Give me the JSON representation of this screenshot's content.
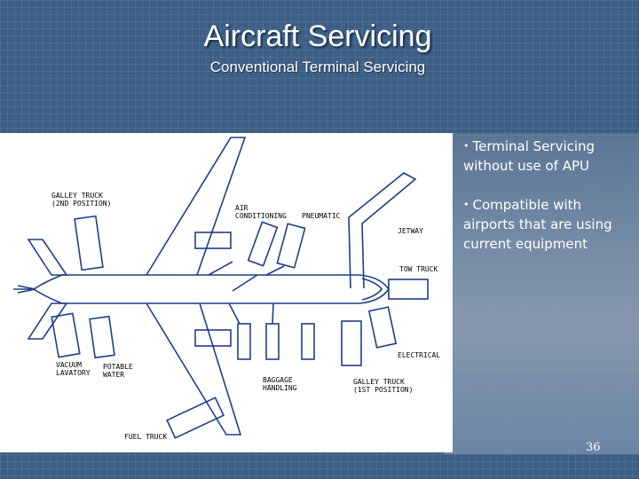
{
  "slide": {
    "title": "Aircraft Servicing",
    "subtitle": "Conventional Terminal Servicing",
    "page_number": "36"
  },
  "bullets": [
    {
      "text": "Terminal Servicing without use of APU"
    },
    {
      "text": "Compatible with airports that are using current equipment"
    }
  ],
  "diagram": {
    "labels": {
      "galley_2nd": [
        "GALLEY TRUCK",
        "(2ND POSITION)"
      ],
      "air_conditioning": [
        "AIR",
        "CONDITIONING"
      ],
      "pneumatic": "PNEUMATIC",
      "jetway": "JETWAY",
      "tow_truck": "TOW TRUCK",
      "vacuum_lavatory": [
        "VACUUM",
        "LAVATORY"
      ],
      "potable_water": [
        "POTABLE",
        "WATER"
      ],
      "electrical": "ELECTRICAL",
      "baggage_handling": [
        "BAGGAGE",
        "HANDLING"
      ],
      "galley_1st": [
        "GALLEY TRUCK",
        "(1ST POSITION)"
      ],
      "fuel_truck": "FUEL TRUCK"
    }
  },
  "colors": {
    "background": "#3d5f86",
    "diagram_line": "#1f3e88",
    "text": "#ffffff"
  }
}
